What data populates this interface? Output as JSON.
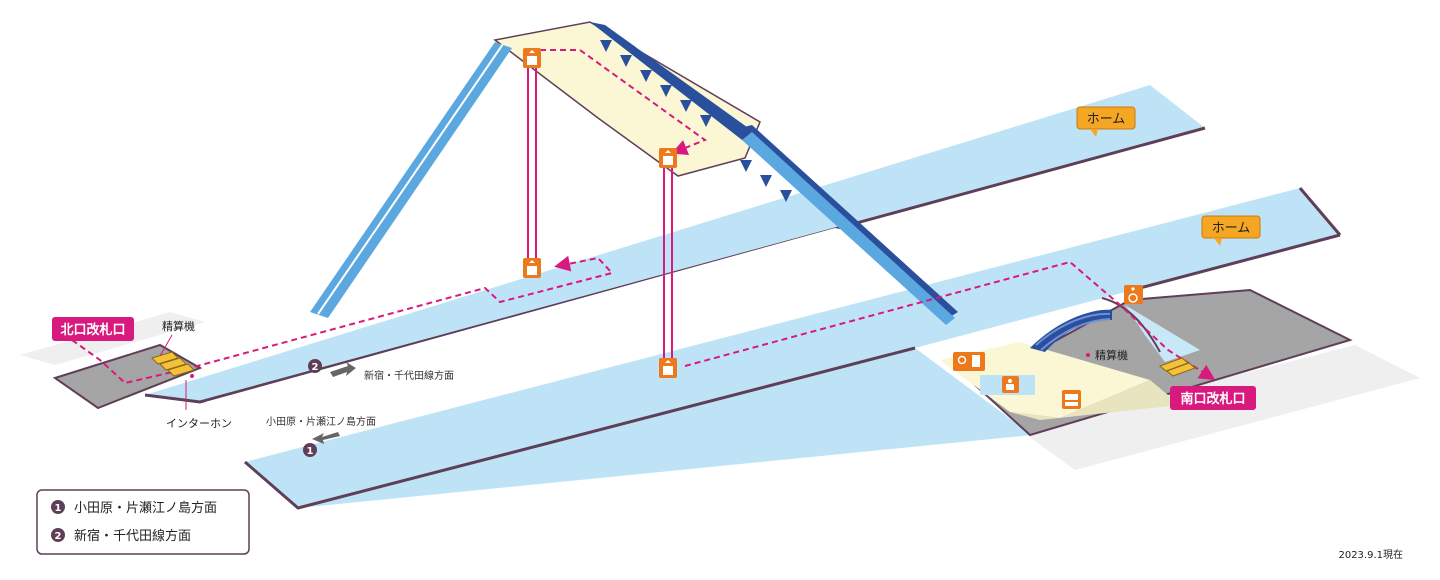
{
  "labels": {
    "platform_upper": "ホーム",
    "platform_lower": "ホーム",
    "north_gate": "北口改札口",
    "south_gate": "南口改札口",
    "fare_adj_north": "精算機",
    "fare_adj_south": "精算機",
    "intercom": "インターホン",
    "dir2_text": "新宿・千代田線方面",
    "dir1_text": "小田原・片瀬江ノ島方面",
    "track1_num": "1",
    "track2_num": "2"
  },
  "legend": {
    "items": [
      {
        "num": "1",
        "text": "小田原・片瀬江ノ島方面"
      },
      {
        "num": "2",
        "text": "新宿・千代田線方面"
      }
    ]
  },
  "date": "2023.9.1現在",
  "colors": {
    "platform": "#bfe3f6",
    "platform_edge": "#5f3f57",
    "concourse": "#fbf6d4",
    "stairs_dark": "#2a4f9c",
    "escalator": "#5ba8e0",
    "elevator": "#d8197e",
    "route": "#d8197e",
    "gate_label_bg": "#d8197e",
    "home_label_bg": "#f5a623",
    "icon_bg": "#ec7a1c",
    "gate_floor": "#a9a9a9"
  },
  "icons": {
    "elevator": "elevator-icon",
    "wheelchair": "wheelchair-icon",
    "restroom": "restroom-icon",
    "baby": "baby-room-icon",
    "timetable": "timetable-icon"
  }
}
